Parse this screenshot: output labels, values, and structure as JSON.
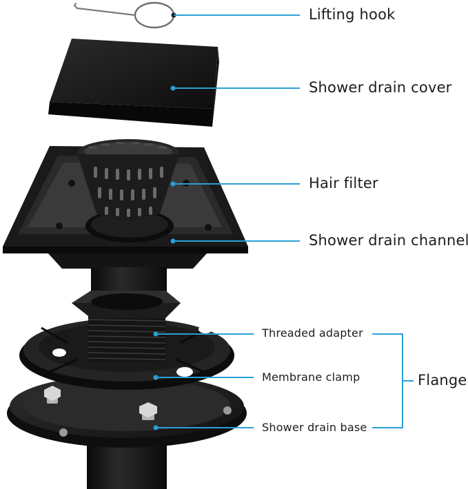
{
  "colors": {
    "leader": "#2aa0d4",
    "part": "#1a1a1a",
    "background": "#ffffff"
  },
  "labels": {
    "lifting_hook": "Lifting hook",
    "drain_cover": "Shower drain cover",
    "hair_filter": "Hair filter",
    "drain_channel": "Shower drain channel",
    "threaded_adapter": "Threaded adapter",
    "membrane_clamp": "Membrane clamp",
    "drain_base": "Shower drain base",
    "flange_group": "Flange"
  }
}
